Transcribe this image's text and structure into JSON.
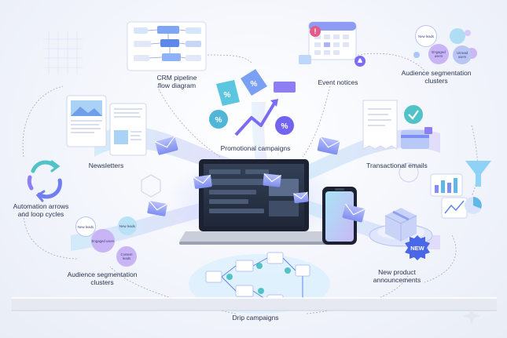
{
  "labels": {
    "crm": [
      "CRM pipeline",
      "flow diagram"
    ],
    "event": "Event notices",
    "segTop": [
      "Audience segmentation",
      "clusters"
    ],
    "newsletters": "Newsletters",
    "promo": "Promotional campaigns",
    "transactional": "Transactional emails",
    "automation": [
      "Automation arrows",
      "and loop cycles"
    ],
    "segBottom": [
      "Audience segmentation",
      "clusters"
    ],
    "newProduct": [
      "New product",
      "announcements"
    ],
    "drip": "Drip campaigns"
  },
  "badge": "NEW",
  "clustersTop": [
    "New leads",
    "Engaged users",
    "Unread users"
  ],
  "clustersBottom": [
    "New leads",
    "Engaged users",
    "New leads",
    "Content leads"
  ],
  "colors": {
    "accent": "#7b6cf6",
    "teal": "#38bdd6",
    "navy": "#2b3a67",
    "envelope": "#8a9af2"
  }
}
